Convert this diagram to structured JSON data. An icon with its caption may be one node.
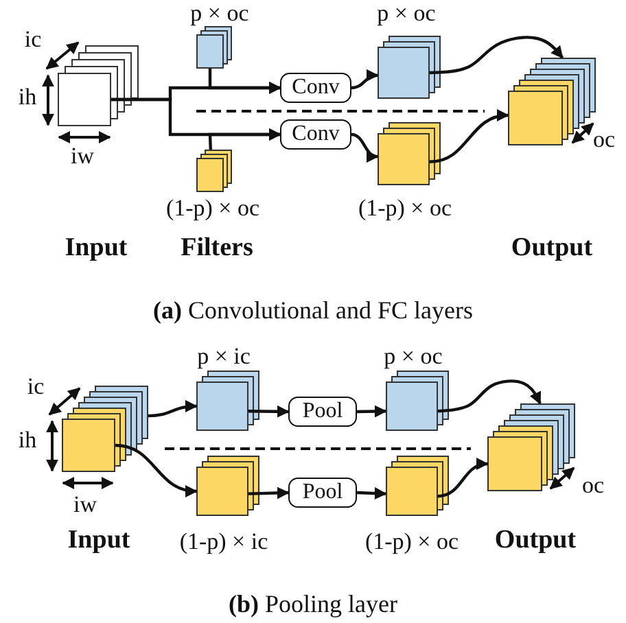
{
  "diagram": {
    "nodes": [
      {
        "text": [],
        "shape": "stack"
      },
      {
        "text": [],
        "shape": "stack",
        "beside": [
          "p × oc"
        ]
      },
      {
        "text": [],
        "shape": "stack",
        "beside": [
          "(1-p) × oc"
        ]
      },
      {
        "text": [
          "Conv"
        ]
      },
      {
        "text": [
          "Conv"
        ]
      },
      {
        "text": [],
        "shape": "stack",
        "beside": [
          "p × oc"
        ]
      },
      {
        "text": [],
        "shape": "stack",
        "beside": [
          "(1-p) × oc"
        ]
      },
      {
        "text": [],
        "shape": "stack"
      },
      {
        "text": [],
        "shape": "stack",
        "beside": [
          "Input"
        ]
      },
      {
        "text": [],
        "shape": "stack",
        "beside": [
          "p × ic"
        ]
      },
      {
        "text": [
          "Pool"
        ]
      },
      {
        "text": [],
        "shape": "stack",
        "beside": [
          "p × oc"
        ]
      },
      {
        "text": [],
        "shape": "stack",
        "beside": [
          "(1-p) × ic"
        ]
      },
      {
        "text": [
          "Pool"
        ]
      },
      {
        "text": [],
        "shape": "stack",
        "beside": [
          "(1-p) × oc"
        ]
      },
      {
        "text": [],
        "shape": "stack",
        "beside": [
          "Output"
        ]
      }
    ],
    "edges": [
      {
        "from": 0,
        "to": 3,
        "arrow": "to"
      },
      {
        "from": 0,
        "to": 4,
        "arrow": "to"
      },
      {
        "from": 1,
        "to": 3,
        "arrow": "to"
      },
      {
        "from": 2,
        "to": 4,
        "arrow": "to"
      },
      {
        "from": 3,
        "to": 5,
        "arrow": "to"
      },
      {
        "from": 4,
        "to": 6,
        "arrow": "to"
      },
      {
        "from": 5,
        "to": 7,
        "arrow": "to"
      },
      {
        "from": 6,
        "to": 7,
        "arrow": "to"
      },
      {
        "from": 8,
        "to": 9,
        "arrow": "to"
      },
      {
        "from": 9,
        "to": 10,
        "arrow": "to"
      },
      {
        "from": 10,
        "to": 11,
        "arrow": "to"
      },
      {
        "from": 11,
        "to": 15,
        "arrow": "to"
      },
      {
        "from": 8,
        "to": 12,
        "arrow": "to"
      },
      {
        "from": 12,
        "to": 13,
        "arrow": "to"
      },
      {
        "from": 13,
        "to": 14,
        "arrow": "to"
      },
      {
        "from": 14,
        "to": 15,
        "arrow": "to"
      }
    ],
    "labels": [
      "ic",
      "ih",
      "iw",
      "oc",
      "Input",
      "Filters",
      "Output",
      "**(a)** Convolutional and FC layers",
      "ic",
      "ih",
      "iw",
      "oc",
      "**(b)** Pooling layer"
    ]
  }
}
